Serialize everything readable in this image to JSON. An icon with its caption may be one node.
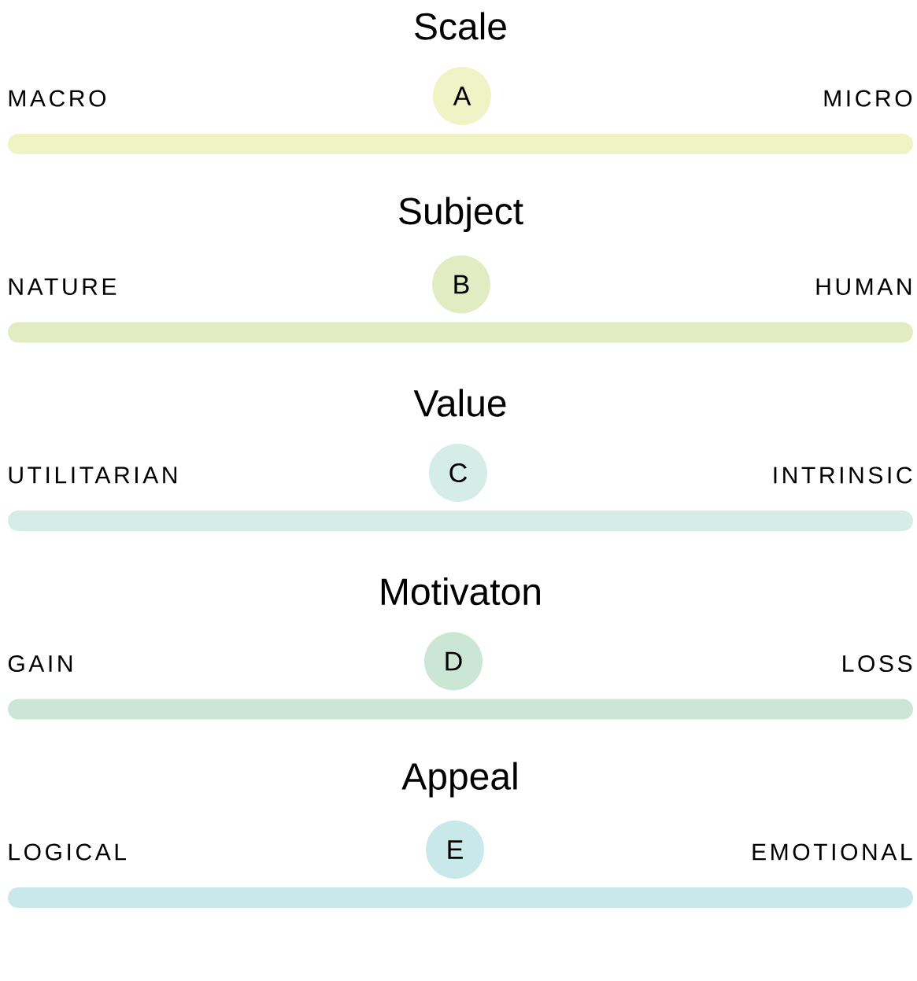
{
  "diagram": {
    "nodes": [
      {
        "text": [
          "A"
        ]
      },
      {
        "text": [
          "B"
        ]
      },
      {
        "text": [
          "C"
        ]
      },
      {
        "text": [
          "D"
        ]
      },
      {
        "text": [
          "E"
        ]
      }
    ],
    "labels": [
      "Scale",
      "MACRO",
      "MICRO",
      "Subject",
      "NATURE",
      "HUMAN",
      "Value",
      "UTILITARIAN",
      "INTRINSIC",
      "Motivaton",
      "GAIN",
      "LOSS",
      "Appeal",
      "LOGICAL",
      "EMOTIONAL"
    ]
  }
}
